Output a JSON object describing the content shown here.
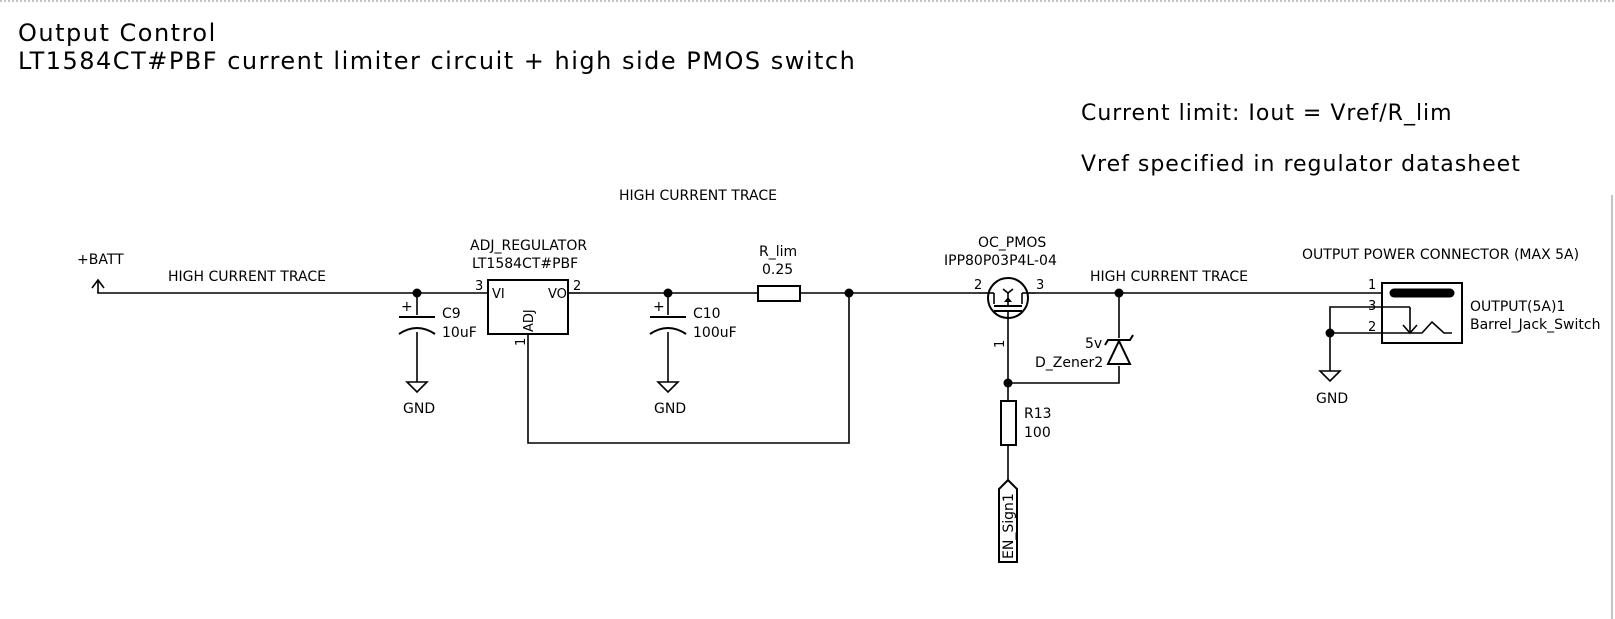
{
  "sheet": {
    "title_line1": "Output Control",
    "title_line2": "LT1584CT#PBF current limiter circuit + high side PMOS switch"
  },
  "notes": {
    "current_limit": "Current limit: Iout = Vref/R_lim",
    "vref": "Vref specified in regulator datasheet"
  },
  "trace_labels": {
    "top_center": "HIGH CURRENT TRACE",
    "left_wire": "HIGH CURRENT TRACE",
    "right_wire": "HIGH CURRENT TRACE"
  },
  "power": {
    "batt": "+BATT",
    "gnd": "GND"
  },
  "regulator": {
    "name": "ADJ_REGULATOR",
    "part": "LT1584CT#PBF",
    "pin_vi_name": "VI",
    "pin_vo_name": "VO",
    "pin_adj_name": "ADJ",
    "pin_vi_num": "3",
    "pin_vo_num": "2",
    "pin_adj_num": "1"
  },
  "c9": {
    "ref": "C9",
    "value": "10uF"
  },
  "c10": {
    "ref": "C10",
    "value": "100uF"
  },
  "r_lim": {
    "ref": "R_lim",
    "value": "0.25"
  },
  "pmos": {
    "name": "OC_PMOS",
    "part": "IPP80P03P4L-04",
    "pin_g": "1",
    "pin_s": "2",
    "pin_d": "3"
  },
  "zener": {
    "value": "5v",
    "ref": "D_Zener2"
  },
  "r13": {
    "ref": "R13",
    "value": "100"
  },
  "enable_label": "EN_Sign1",
  "connector": {
    "title": "OUTPUT POWER CONNECTOR (MAX 5A)",
    "ref": "OUTPUT(5A)1",
    "part": "Barrel_Jack_Switch",
    "pin1": "1",
    "pin2": "2",
    "pin3": "3"
  }
}
